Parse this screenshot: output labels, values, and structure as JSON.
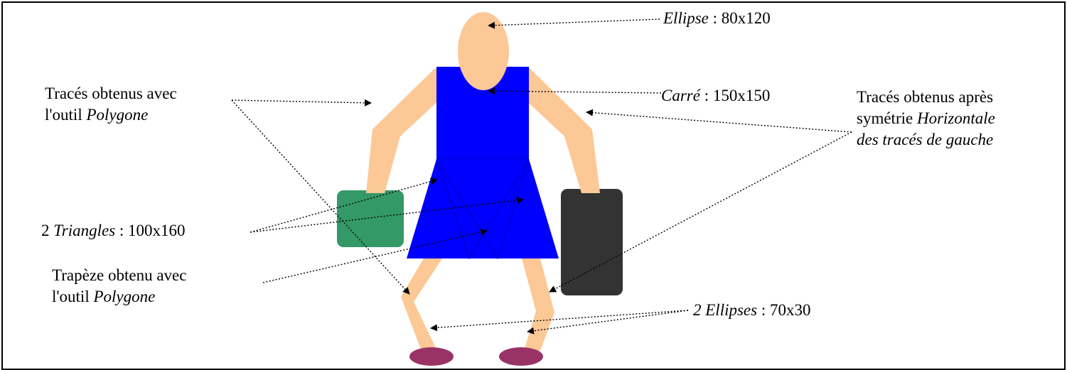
{
  "colors": {
    "skin": "#fcc896",
    "dress": "#0000ff",
    "shoe": "#993366",
    "bag_left": "#339966",
    "bag_right": "#333333",
    "text": "#000000"
  },
  "labels": {
    "ellipse_head": {
      "shape": "Ellipse",
      "dims": " : 80x120"
    },
    "carre": {
      "shape": "Carré",
      "dims": " : 150x150"
    },
    "traces_polygone": {
      "line1": "Tracés obtenus avec",
      "line2_prefix": "l'outil ",
      "line2_tool": "Polygone"
    },
    "symetrie": {
      "line1": "Tracés obtenus après",
      "line2_prefix": "symétrie  ",
      "line2_tool": "Horizontale",
      "line3": "des tracés de gauche"
    },
    "triangles": {
      "count": "2 ",
      "shape": "Triangles",
      "dims": " : 100x160"
    },
    "trapeze": {
      "line1": "Trapèze obtenu avec",
      "line2_prefix": "l'outil ",
      "line2_tool": "Polygone"
    },
    "ellipses_feet": {
      "shape": "2 Ellipses",
      "dims": " : 70x30"
    }
  }
}
